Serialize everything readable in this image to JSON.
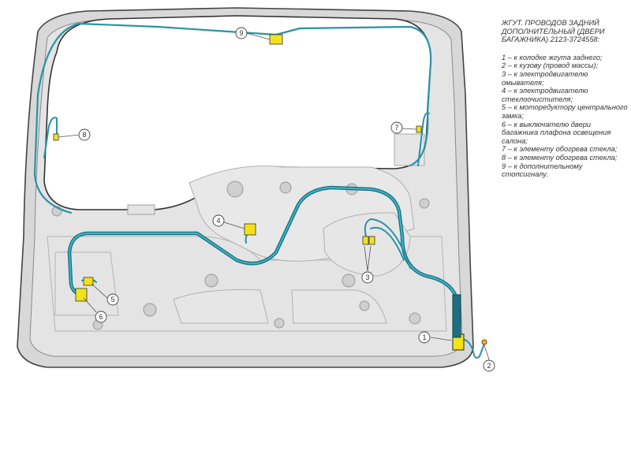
{
  "legend": {
    "title": "ЖГУТ. ПРОВОДОВ ЗАДНИЙ ДОПОЛНИТЕЛЬНЫЙ (ДВЕРИ БАГАЖНИКА) 2123-3724558:",
    "items": [
      "1 – к колодке жгута заднего;",
      "2 – к кузову (провод массы);",
      "3 – к электродвигателю омывателя;",
      "4 – к электродвигателю стеклоочистителя;",
      "5 – к моторедуктору центрального замка;",
      "6 – к выключателю двери багажника плафона освещения салона;",
      "7 – к элементу обогрева стекла;",
      "8 – к элементу обогрева стекла;",
      "9 – к дополнительному стопсигналу."
    ]
  },
  "callouts": [
    "1",
    "2",
    "3",
    "4",
    "5",
    "6",
    "7",
    "8",
    "9"
  ],
  "colors": {
    "harness": "#2a93a6",
    "harness_dark": "#166f80",
    "connector": "#f3e21a",
    "door_fill": "#dcdcdc",
    "door_edge": "#555555",
    "window_fill": "#ffffff"
  }
}
